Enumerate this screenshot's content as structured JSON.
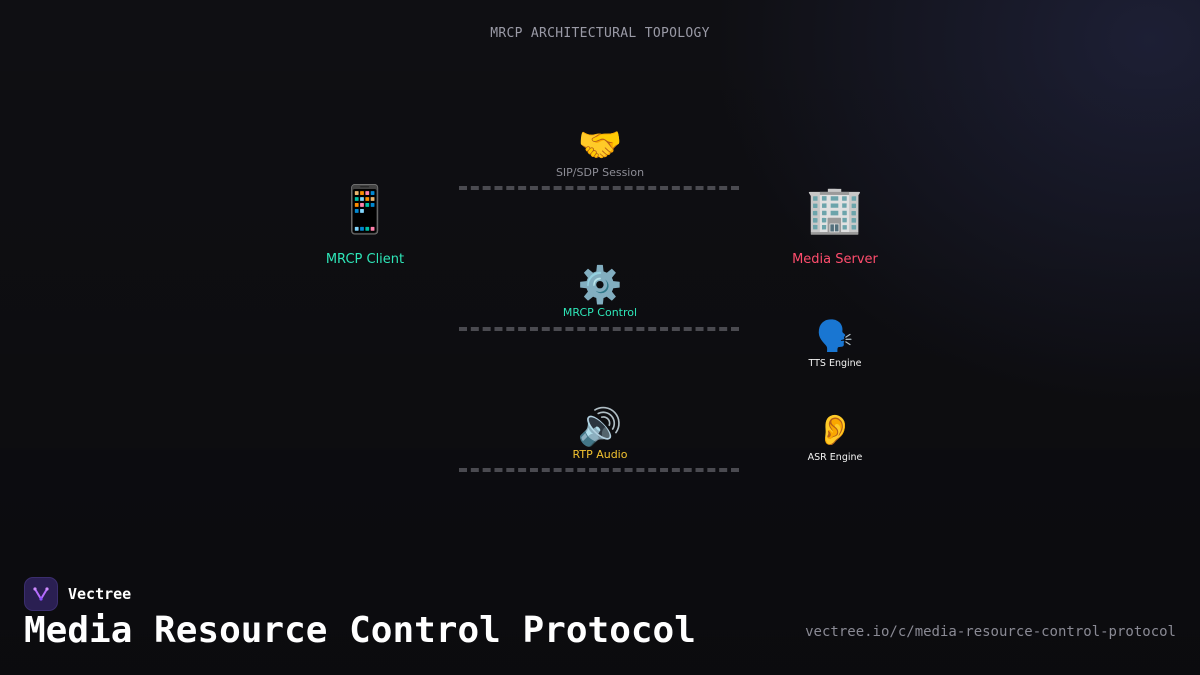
{
  "diagram": {
    "title": "MRCP ARCHITECTURAL TOPOLOGY",
    "client": {
      "icon": "mobile-phone-icon",
      "glyph": "📱",
      "label": "MRCP Client",
      "color": "#2ee6b8"
    },
    "server": {
      "icon": "office-building-icon",
      "glyph": "🏢",
      "label": "Media Server",
      "color": "#ff4d6d"
    },
    "links": [
      {
        "icon": "handshake-icon",
        "glyph": "🤝",
        "label": "SIP/SDP Session",
        "color": "#8d8d96"
      },
      {
        "icon": "gear-icon",
        "glyph": "⚙️",
        "label": "MRCP Control",
        "color": "#2ee6b8"
      },
      {
        "icon": "speaker-icon",
        "glyph": "🔊",
        "label": "RTP Audio",
        "color": "#f2c230"
      }
    ],
    "engines": [
      {
        "icon": "speaking-head-icon",
        "glyph": "🗣️",
        "label": "TTS Engine"
      },
      {
        "icon": "ear-icon",
        "glyph": "👂",
        "label": "ASR Engine"
      }
    ]
  },
  "footer": {
    "brand": "Vectree",
    "title": "Media Resource Control Protocol",
    "url": "vectree.io/c/media-resource-control-protocol"
  }
}
